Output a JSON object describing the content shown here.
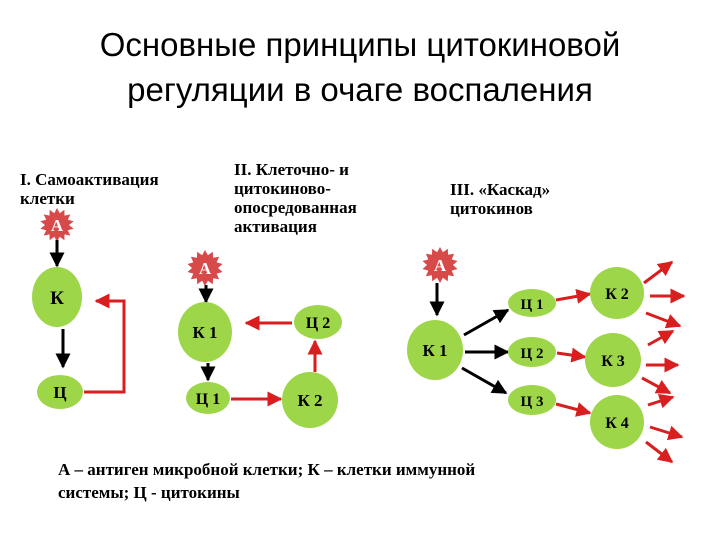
{
  "title": {
    "line1": "Основные принципы цитокиновой",
    "line2": "регуляции в очаге воспаления"
  },
  "sections": {
    "s1": [
      "I. Самоактивация",
      "клетки"
    ],
    "s2": [
      "II. Клеточно- и",
      "цитокиново-",
      "опосредованная",
      "активация"
    ],
    "s3": [
      "III. «Каскад»",
      "цитокинов"
    ]
  },
  "labels": {
    "antigen": "А",
    "k": "К",
    "k1": "К 1",
    "k2": "К 2",
    "k3": "К 3",
    "k4": "К 4",
    "c": "Ц",
    "c1": "Ц 1",
    "c2": "Ц 2",
    "c3": "Ц 3"
  },
  "legend": {
    "line1": "А  – антиген микробной клетки;  К – клетки иммунной",
    "line2": "системы; Ц - цитокины"
  },
  "colors": {
    "node_green": "#9ED64A",
    "antigen_red": "#D84A4A",
    "arrow_red": "#D81E1E",
    "arrow_black": "#000000"
  }
}
